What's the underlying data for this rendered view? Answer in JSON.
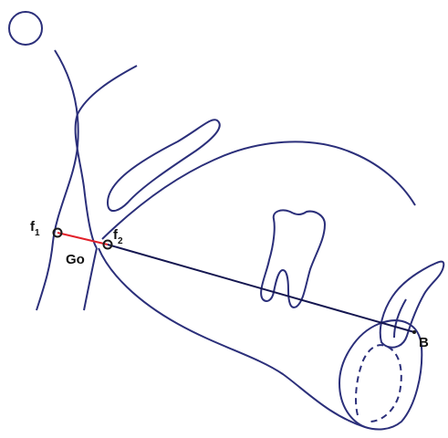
{
  "labels": {
    "f1_main": "f",
    "f1_sub": "1",
    "f2_main": "f",
    "f2_sub": "2",
    "go": "Go",
    "b": "B"
  },
  "colors": {
    "outline": "#2b2f7a",
    "point": "#1a1a1a",
    "f1_f2_segment": "#e2202a",
    "go_b_line": "#141650",
    "text": "#111111"
  }
}
